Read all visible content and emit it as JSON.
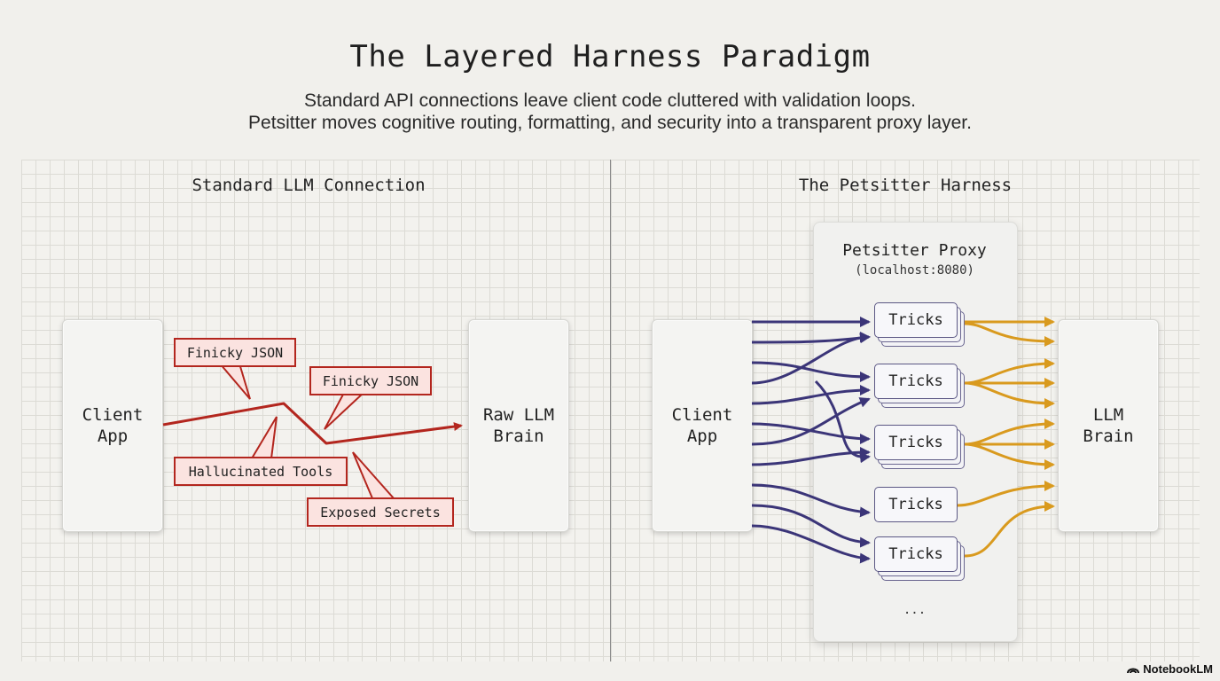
{
  "header": {
    "title": "The Layered Harness Paradigm",
    "subtitle_line1": "Standard API connections leave client code cluttered with validation loops.",
    "subtitle_line2": "Petsitter moves cognitive routing, formatting, and security into a transparent proxy layer."
  },
  "left_panel": {
    "title": "Standard LLM Connection",
    "client_line1": "Client",
    "client_line2": "App",
    "brain_line1": "Raw LLM",
    "brain_line2": "Brain",
    "callouts": [
      "Finicky JSON",
      "Finicky JSON",
      "Hallucinated Tools",
      "Exposed Secrets"
    ]
  },
  "right_panel": {
    "title": "The Petsitter Harness",
    "client_line1": "Client",
    "client_line2": "App",
    "proxy_title": "Petsitter Proxy",
    "proxy_address": "(localhost:8080)",
    "tricks": [
      "Tricks",
      "Tricks",
      "Tricks",
      "Tricks",
      "Tricks"
    ],
    "more": "...",
    "brain_line1": "LLM",
    "brain_line2": "Brain"
  },
  "colors": {
    "error_red": "#b3261e",
    "callout_fill": "#fbe3e0",
    "client_flow_navy": "#3b3578",
    "llm_flow_gold": "#d99a1e"
  },
  "branding": {
    "label": "NotebookLM"
  }
}
